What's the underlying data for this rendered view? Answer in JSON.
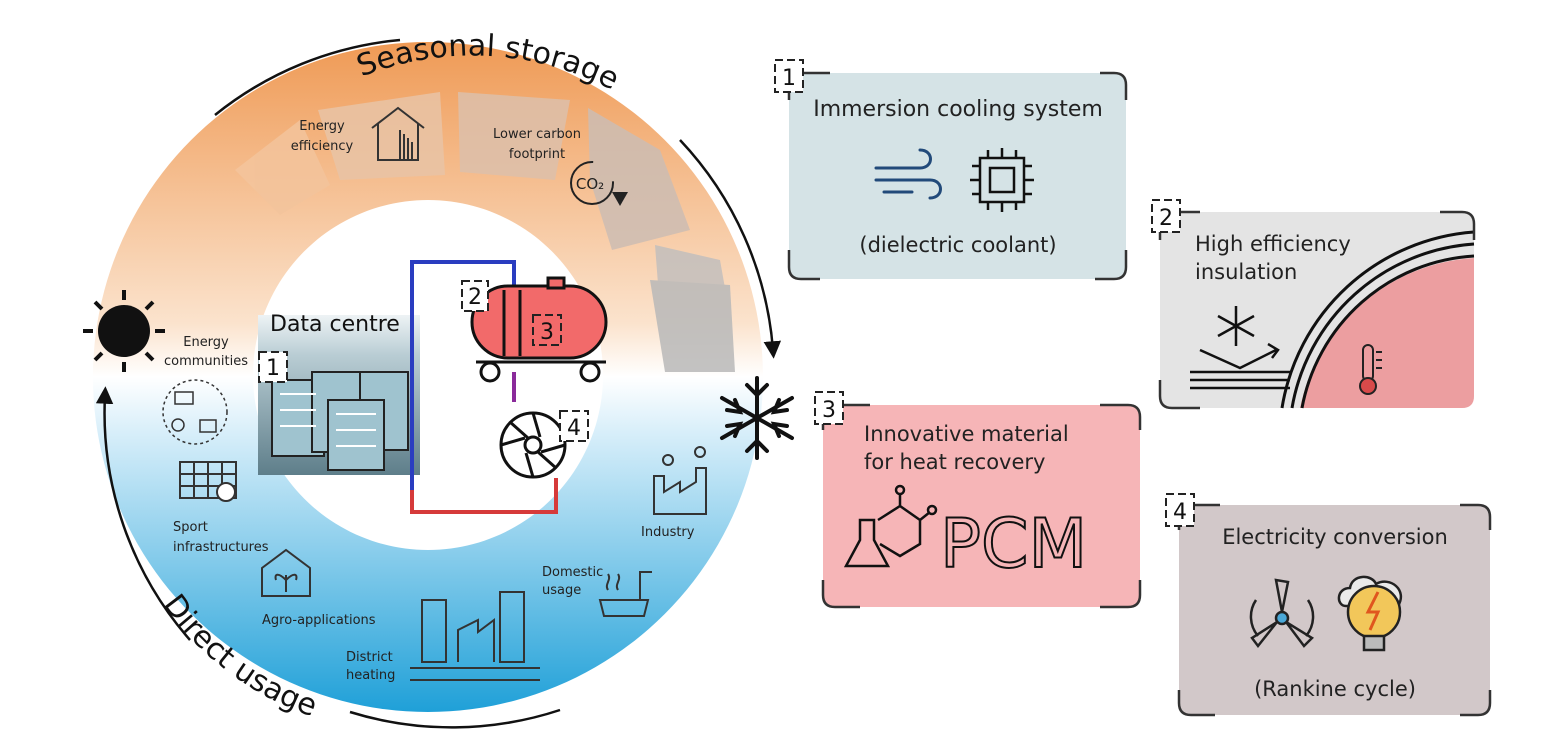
{
  "ring": {
    "top_label": "Seasonal storage",
    "bottom_label": "Direct usage"
  },
  "center": {
    "label": "Data centre",
    "badge_1": "1",
    "badge_2": "2",
    "badge_3": "3",
    "badge_4": "4"
  },
  "storage_items": {
    "energy_efficiency": [
      "Energy",
      "efficiency"
    ],
    "lower_carbon": [
      "Lower carbon",
      "footprint"
    ],
    "co2": "CO₂"
  },
  "usage_items": {
    "energy_communities": [
      "Energy",
      "communities"
    ],
    "sport": [
      "Sport",
      "infrastructures"
    ],
    "agro": "Agro-applications",
    "district": [
      "District",
      "heating"
    ],
    "domestic": [
      "Domestic",
      "usage"
    ],
    "industry": "Industry"
  },
  "boxes": [
    {
      "num": "1",
      "title": "Immersion cooling system",
      "subtitle": "(dielectric coolant)"
    },
    {
      "num": "2",
      "title_lines": [
        "High efficiency",
        "insulation"
      ]
    },
    {
      "num": "3",
      "title_lines": [
        "Innovative material",
        "for heat recovery"
      ],
      "big": "PCM"
    },
    {
      "num": "4",
      "title": "Electricity conversion",
      "subtitle": "(Rankine cycle)"
    }
  ],
  "colors": {
    "orange": "#f0a565",
    "blue": "#2aa3d9",
    "box1": "#d5e3e6",
    "box2": "#e4e4e4",
    "box2_hot": "#ec9ea0",
    "box3": "#f6b5b7",
    "box4": "#d2c8c9",
    "tank": "#f26a6a"
  }
}
